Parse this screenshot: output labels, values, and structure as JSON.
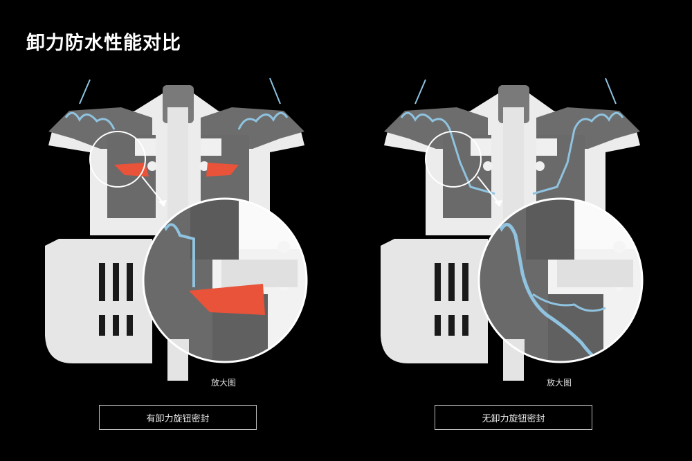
{
  "title": "卸力防水性能对比",
  "panels": [
    {
      "zoom_caption": "放大图",
      "label": "有卸力旋钮密封",
      "has_seal": true
    },
    {
      "zoom_caption": "放大图",
      "label": "无卸力旋钮密封",
      "has_seal": false
    }
  ],
  "colors": {
    "background": "#000000",
    "body": "#e9e9e9",
    "mechanism": "#6f6f6f",
    "seal": "#e8533a",
    "water": "#8fc3e0"
  }
}
